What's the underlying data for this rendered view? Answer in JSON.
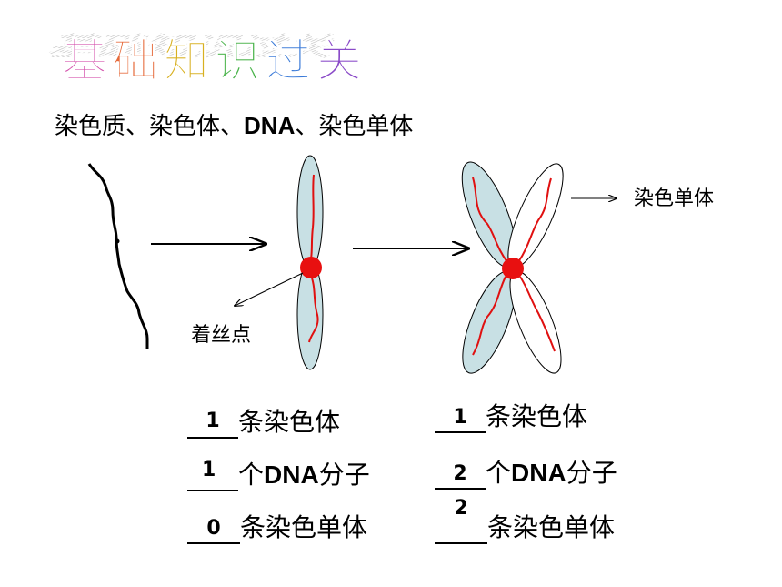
{
  "title": {
    "text": "基础知识过关",
    "chars": [
      "基",
      "础",
      "知",
      "识",
      "过",
      "关"
    ],
    "colors": [
      "#d24aa8",
      "#e66a3a",
      "#d8b020",
      "#49b34a",
      "#3a7ad8",
      "#8a4ac8"
    ]
  },
  "subtitle": {
    "part1": "染色质、染色体、",
    "part2": "DNA",
    "part3": "、染色单体"
  },
  "labels": {
    "chromatid": "染色单体",
    "centromere": "着丝点"
  },
  "left_column": [
    {
      "blank": "1",
      "text": "条染色体"
    },
    {
      "blank": "1",
      "text_prefix": "个",
      "text_bold": "DNA",
      "text_suffix": "分子"
    },
    {
      "blank": "0",
      "text": "条染色单体"
    }
  ],
  "right_column": [
    {
      "blank": "1",
      "text": "条染色体"
    },
    {
      "blank": "2",
      "text_prefix": "个",
      "text_bold": "DNA",
      "text_suffix": "分子"
    },
    {
      "blank": "2",
      "text": "条染色单体"
    }
  ],
  "colors": {
    "arm_fill": "#c8e0e4",
    "centromere": "#e81010",
    "dna_strand": "#e01010",
    "line": "#000000"
  }
}
